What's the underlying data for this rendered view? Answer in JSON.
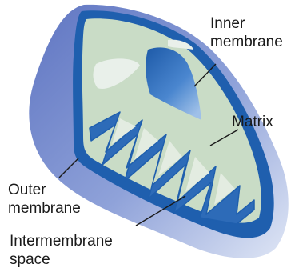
{
  "labels": {
    "inner_line1": "Inner",
    "inner_line2": "membrane",
    "matrix": "Matrix",
    "outer_line1": "Outer",
    "outer_line2": "membrane",
    "intermembrane_line1": "Intermembrane",
    "intermembrane_line2": "space"
  },
  "colors": {
    "outer_membrane": "#7f93cf",
    "inner_membrane": "#1f5fae",
    "intermembrane_space": "#c9dcc6",
    "matrix": "#2d6bb8",
    "leader_line": "#1a1a1a"
  }
}
